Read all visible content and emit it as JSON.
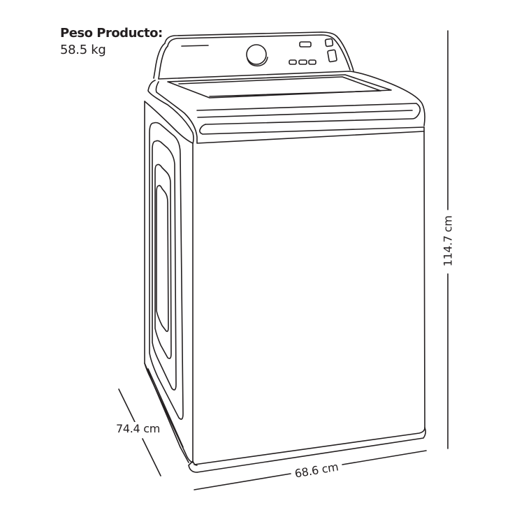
{
  "product_weight": {
    "label": "Peso Producto:",
    "value": "58.5 kg"
  },
  "dimensions": {
    "height": "114.7 cm",
    "depth": "74.4 cm",
    "width": "68.6 cm"
  },
  "colors": {
    "line": "#231f20",
    "background": "#ffffff"
  }
}
